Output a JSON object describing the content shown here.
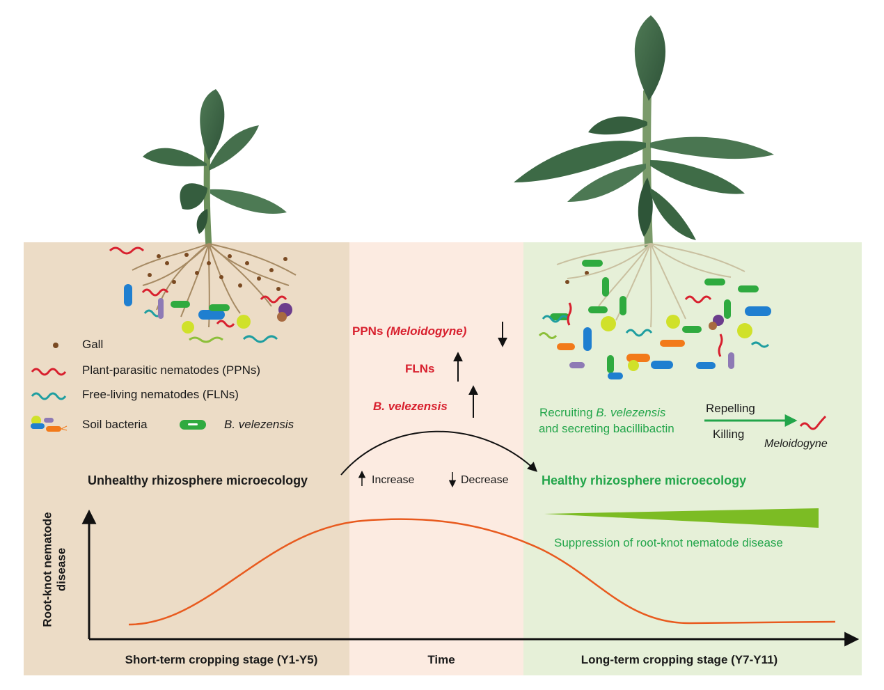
{
  "legend": {
    "gall": "Gall",
    "ppn": "Plant-parasitic nematodes (PPNs)",
    "fln": "Free-living nematodes (FLNs)",
    "soil_bacteria": "Soil bacteria",
    "bvel": "B. velezensis"
  },
  "middle": {
    "ppns_prefix": "PPNs ",
    "ppns_genus": "(Meloidogyne)",
    "flns": "FLNs",
    "bvel": "B. velezensis",
    "increase": "Increase",
    "decrease": "Decrease"
  },
  "right_panel": {
    "recruit_line1_prefix": "Recruiting ",
    "recruit_line1_species": "B. velezensis",
    "recruit_line2": "and secreting bacillibactin",
    "repelling": "Repelling",
    "killing": "Killing",
    "target": "Meloidogyne",
    "suppression": "Suppression of root-knot nematode disease"
  },
  "labels": {
    "unhealthy": "Unhealthy rhizosphere microecology",
    "healthy": "Healthy rhizosphere microecology",
    "y_axis_line1": "Root-knot nematode",
    "y_axis_line2": "disease",
    "stage_short": "Short-term cropping stage (Y1-Y5)",
    "time": "Time",
    "stage_long": "Long-term cropping stage (Y7-Y11)"
  },
  "colors": {
    "panel_left": "#ecdcc6",
    "panel_mid": "#fcebe1",
    "panel_right": "#e6f0d8",
    "ppn": "#d8202e",
    "fln": "#1e9ea0",
    "bvel": "#2faa3f",
    "gall": "#7a4a22",
    "disease_curve": "#e85a1e",
    "accent_green": "#22a54a"
  }
}
